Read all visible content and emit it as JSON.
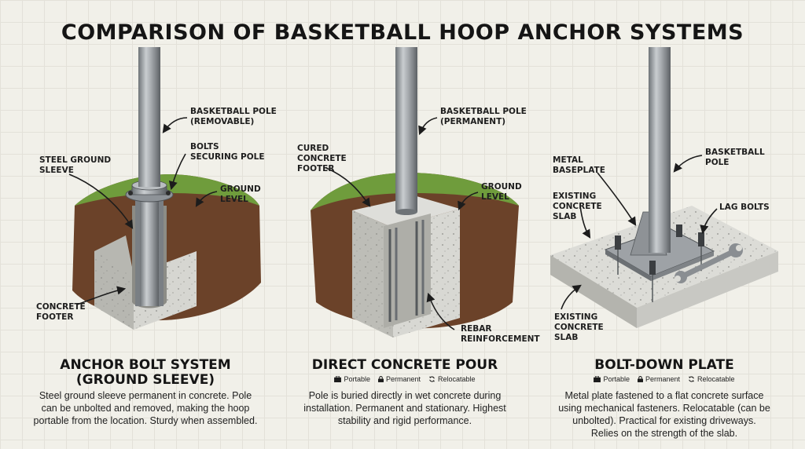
{
  "title": "COMPARISON OF BASKETBALL HOOP ANCHOR SYSTEMS",
  "panels": [
    {
      "labels": {
        "pole": "BASKETBALL POLE\n(REMOVABLE)",
        "bolts": "BOLTS\nSECURING POLE",
        "sleeve": "STEEL GROUND\nSLEEVE",
        "ground": "GROUND\nLEVEL",
        "footer": "CONCRETE\nFOOTER"
      },
      "heading": "ANCHOR BOLT SYSTEM\n(GROUND SLEEVE)",
      "description": "Steel ground sleeve permanent in concrete. Pole\ncan be unbolted and removed, making the hoop\nportable from the location. Sturdy when assembled."
    },
    {
      "labels": {
        "pole": "BASKETBALL POLE\n(PERMANENT)",
        "footer": "CURED\nCONCRETE\nFOOTER",
        "ground": "GROUND\nLEVEL",
        "rebar": "REBAR\nREINFORCEMENT"
      },
      "heading": "DIRECT CONCRETE POUR",
      "features": [
        "Portable",
        "Permanent",
        "Relocatable"
      ],
      "description": "Pole is buried directly in wet concrete during\ninstallation. Permanent and stationary. Highest\nstability and rigid performance."
    },
    {
      "labels": {
        "baseplate": "METAL\nBASEPLATE",
        "pole": "BASKETBALL\nPOLE",
        "slab_top": "EXISTING\nCONCRETE\nSLAB",
        "lag": "LAG BOLTS",
        "slab_bottom": "EXISTING\nCONCRETE\nSLAB"
      },
      "heading": "BOLT-DOWN PLATE",
      "features": [
        "Portable",
        "Permanent",
        "Relocatable"
      ],
      "description": "Metal plate fastened to a flat concrete surface\nusing mechanical fasteners. Relocatable (can be\nunbolted). Practical for existing driveways.\nRelies on the strength of the slab."
    }
  ],
  "colors": {
    "background": "#f1f0e9",
    "concrete": "#cfcfca",
    "soil": "#6b4229",
    "grass": "#6f9c3c",
    "steel": "#9da1a5"
  },
  "icons": {
    "portable": "briefcase-icon",
    "permanent": "lock-icon",
    "relocatable": "cycle-arrows-icon"
  }
}
